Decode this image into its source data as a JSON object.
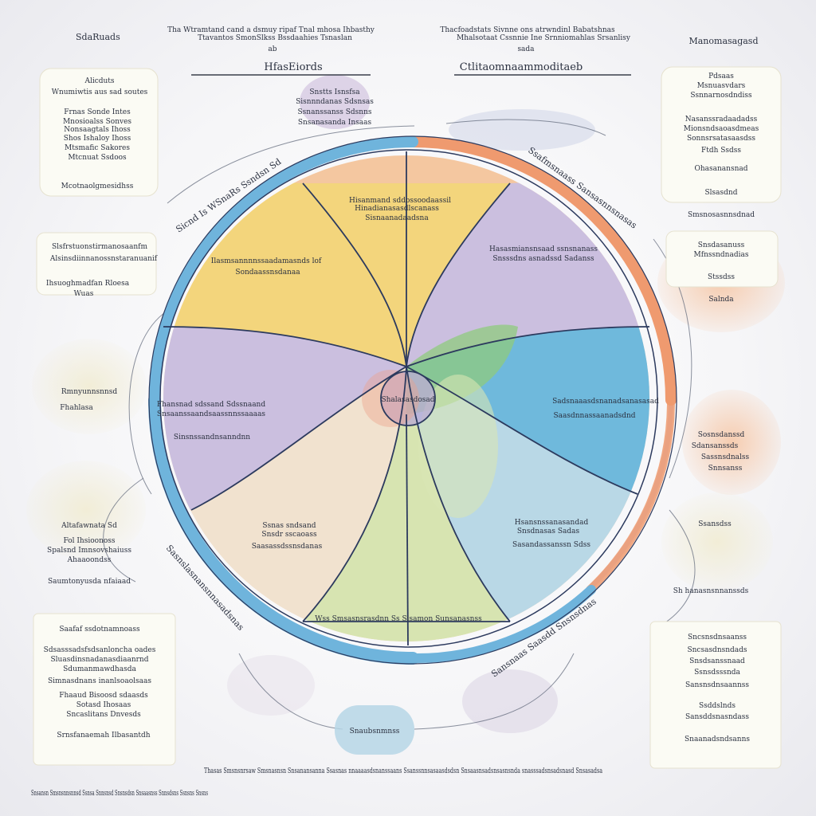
{
  "header": {
    "left_label": "SdaRuads",
    "center_left_lines": [
      "Tha Wtramtand cand a dsmuy ripaf Tnal mhosa Ihbasthy",
      "Ttavantos SmonSlkss Bssdaahies Tsnaslan"
    ],
    "center_left_small": "ab",
    "center_left_title": "HfasEiords",
    "center_right_lines": [
      "Thacfoadstats Sivnne ons atrwndinl Babatshnas",
      "Mhalsotaat Cssnnie Ine Srnniomahlas Srsanlisy"
    ],
    "center_right_small": "sada",
    "center_right_title": "Ctlitaomnaammoditaeb",
    "right_label": "Manomasagasd"
  },
  "left_notes": [
    {
      "title": "Alicduts",
      "lines": [
        "Wnumiwtis aus sad soutes",
        "Frnas Sonde Intes",
        "Mnosioalss Sonves",
        "Nonsaagtals Ihoss",
        "Shos Ishaloy Ihoss",
        "Mtsmafic Sakores",
        "Mtcnuat Ssdoos",
        "Mcotnaolgmesidhss"
      ]
    },
    {
      "title": "Slsfrstuonstirmanosaanfm",
      "lines": [
        "Alsinsdiinnanossnstaranuanif",
        "Ihsuoghmadfan Rloesa",
        "Wuas"
      ]
    },
    {
      "title": "Rmnyunnsnnsd",
      "lines": [
        "Fhahlasa"
      ]
    },
    {
      "title": "Altafawnata Sd",
      "lines": [
        "Fol Ihsioonoss",
        "Spalsnd Imnsovshaiuss",
        "Ahaaoondss"
      ]
    },
    {
      "title": "Saumtonyusda nfaiaad",
      "lines": []
    },
    {
      "title": "Saafaf ssdotnamnoass",
      "lines": [
        "Sdsasssadsfsdsanloncha oades",
        "Sluasdinsnadanasdiaanrnd",
        "Sdumanmawdhasda",
        "Simnasdnans inanlsoaolsaas",
        "Fhaaud Bisoosd sdaasds",
        "Sotasd Ihosaas",
        "Sncaslitans Dnvesds",
        "Srnsfanaemah Ilbasantdh"
      ]
    }
  ],
  "right_notes": [
    {
      "title": "Pdsaas",
      "lines": [
        "Msnuasvdars",
        "Ssnnarnosdndiss",
        "Nasanssradaadadss",
        "Mionsndsaoasdmeas",
        "Sonnsrsatasaasdss",
        "Ftdh Ssdss",
        "Ohasanansnad",
        "Slsasdnd"
      ]
    },
    {
      "title": "Smsnosasnnsdnad",
      "lines": [
        "Snsdasanuss",
        "Mfnssndnadias",
        "Stssdss"
      ]
    },
    {
      "title": "Salnda",
      "lines": [
        "Sosnsdanssd",
        "Sassnsdnalss",
        "Snnsanss"
      ]
    },
    {
      "title": "Sdansanssds",
      "lines": [
        "Ssansdss"
      ]
    },
    {
      "title": "Sh hanasnsnnanssds",
      "lines": []
    },
    {
      "title": "Sncsnsdnsaanss",
      "lines": [
        "Sncsasdnsndads",
        "Snsdsanssnaad",
        "Ssnsdsssnda",
        "Sansnsdnsaannss",
        "Ssddslnds",
        "Sansddsnasndass",
        "Snaanadsndsanns"
      ]
    }
  ],
  "top_bubble_lines": [
    "Snstts Isnsfsa",
    "Sisnnndanas Sdsnsas",
    "Ssnanssanss Sdsnns",
    "Snsanasanda Insaas"
  ],
  "segments": {
    "top": [
      "Hisanmand sddossoodaassil",
      "Hinadianasasdlscanass",
      "Sisnaanadaadsna"
    ],
    "top_left": [
      "Ilasmsannnnssaadamasnds lof",
      "Sondaassnsdanaa"
    ],
    "top_right": [
      "Hasasmiansnsaad ssnsnanass",
      "Snsssdns asnadssd Sadanss"
    ],
    "left": [
      "Fhansnad sdssand Sdssnaand",
      "Snsaanssaandsaassnnssaaaas",
      "Sinsnssandnsanndnn"
    ],
    "center": "Shalasasdosad",
    "right": [
      "Sadsnaaasdsnanadsanasasad",
      "Saasdnnassaanadsdnd"
    ],
    "bottom_left": [
      "Ssnas sndsand",
      "Snsdr sscaoass",
      "Saasassdssnsdanas"
    ],
    "bottom_right": [
      "Hsansnssanasandad",
      "Snsdnasas Sadas",
      "Sasandassanssn Sdss"
    ],
    "bottom": "Wss Smsasnsrasdnn Ss Sisamon Sunsanasnss"
  },
  "ring_labels": {
    "upper_left": "Sicnd Is WSnaRs Ssndsn Sd",
    "upper_right": "Ssafmsnaass Sansasnnsnasas",
    "lower_left": "Sasnslasnansnnasadsnas",
    "lower_right": "Sansnaas Saasdd Snsnsdnas"
  },
  "bottom_bubble": "Snaubsnmnss",
  "footer_line": "Thasas Smsnsnrsaw Smsnasnsn Snsanansanna Ssasnas nnaaaasdsnanssaans Ssanssnnsasaasdsdsn Snsaasnsadsnsasnsnda snasssadsnsadsnasd Snsasadsa",
  "footer_small": "Snsansn Smsnsnnsnnsd Ssnsa Snnsnsd Snsnsdsn Snsaasnss Snnsdsns Ssnsns Snsns",
  "colors": {
    "yellow": "#f3d57c",
    "peach": "#f4c7a0",
    "lavender": "#cbbfdf",
    "blue": "#6fb9dc",
    "green": "#d7e4b1",
    "light_blue": "#b9d8e6",
    "center_green": "#8fcb7e",
    "ring_blue": "#6fb4dc",
    "ring_orange": "#ef9a6f",
    "outline": "#2c3a5e"
  }
}
